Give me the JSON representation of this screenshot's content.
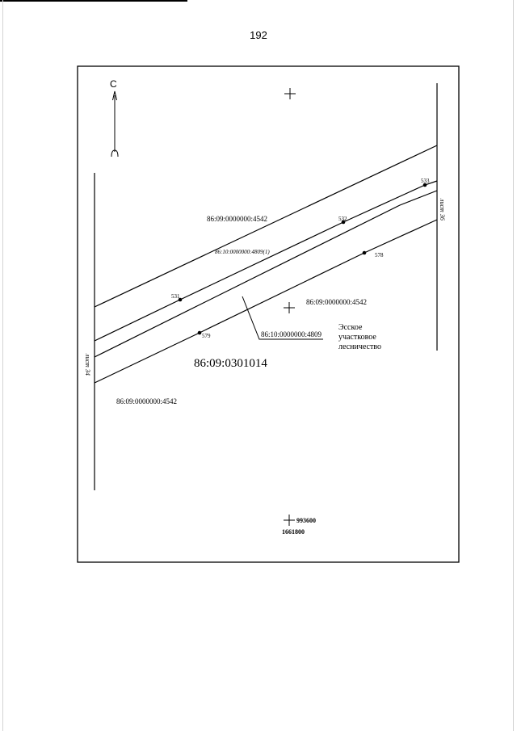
{
  "page": {
    "number": "192"
  },
  "map": {
    "north_label": "С",
    "sheet_right": "лист 36",
    "sheet_left": "лист 34",
    "parcels": {
      "top": "86:09:0000000:4542",
      "right": "86:09:0000000:4542",
      "bottom_left": "86:09:0000000:4542",
      "inner_italic": "86:10:0000000:4809(1)",
      "leader": "86:10:0000000:4809"
    },
    "quarter": "86:09:0301014",
    "forestry": {
      "line1": "Эсское",
      "line2": "участковое",
      "line3": "лесничество"
    },
    "points": {
      "p533": "533",
      "p532": "532",
      "p531": "531",
      "p578": "578",
      "p579": "579"
    },
    "grid": {
      "x_coord": "993600",
      "y_coord": "1661800"
    }
  }
}
